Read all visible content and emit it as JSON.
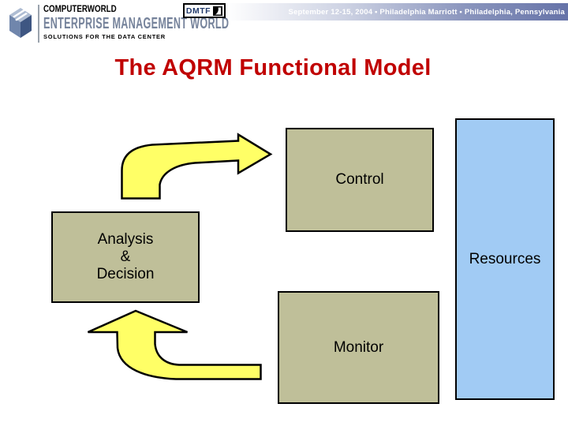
{
  "header": {
    "logo": {
      "brand": "COMPUTERWORLD",
      "name": "ENTERPRISE MANAGEMENT WORLD",
      "tagline": "SOLUTIONS FOR THE DATA CENTER"
    },
    "dmtf": {
      "label": "DMTF"
    },
    "event_bar": {
      "text": "September 12-15, 2004 ▪ Philadelphia Marriott ▪ Philadelphia, Pennsylvania",
      "text_color": "#FFFFFF",
      "gradient_end_color": "#6673A8"
    }
  },
  "slide": {
    "title": "The AQRM Functional Model",
    "title_color": "#C00000",
    "background_color": "#FFFFFF"
  },
  "diagram": {
    "boxes": {
      "control": {
        "label": "Control",
        "fill": "#BFBF99"
      },
      "analysis_decision": {
        "lines": [
          "Analysis",
          "&",
          "Decision"
        ],
        "fill": "#BFBF99"
      },
      "monitor": {
        "label": "Monitor",
        "fill": "#BFBF99"
      },
      "resources": {
        "label": "Resources",
        "fill": "#A1CBF4"
      }
    },
    "arrows": {
      "fill": "#FFFF66",
      "outline": "#000000"
    }
  }
}
